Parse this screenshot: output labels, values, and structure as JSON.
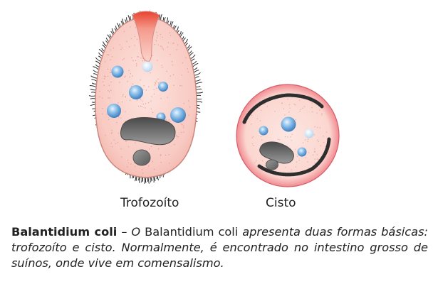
{
  "labels": {
    "trofozoito": "Trofozoíto",
    "cisto": "Cisto"
  },
  "caption": {
    "bold_name": "Balantidium coli",
    "dash": " – ",
    "italic_1": "O",
    "normal_1": " Balantidium coli ",
    "italic_2": "apresenta duas formas básicas: trofozoíto e cisto. Normalmente, é encontrado no intestino grosso de suínos, onde vive em comensalismo."
  },
  "colors": {
    "cytoplasm": "#f9cfc9",
    "cyst_ring": "#e8737b",
    "macronucleus": "#5c5c5c",
    "vacuole": "#4e8fc8",
    "cytostome": "#e9422e",
    "cilia": "#2b2b2b"
  },
  "icons": [
    "trofozoito-illustration",
    "cisto-illustration"
  ]
}
